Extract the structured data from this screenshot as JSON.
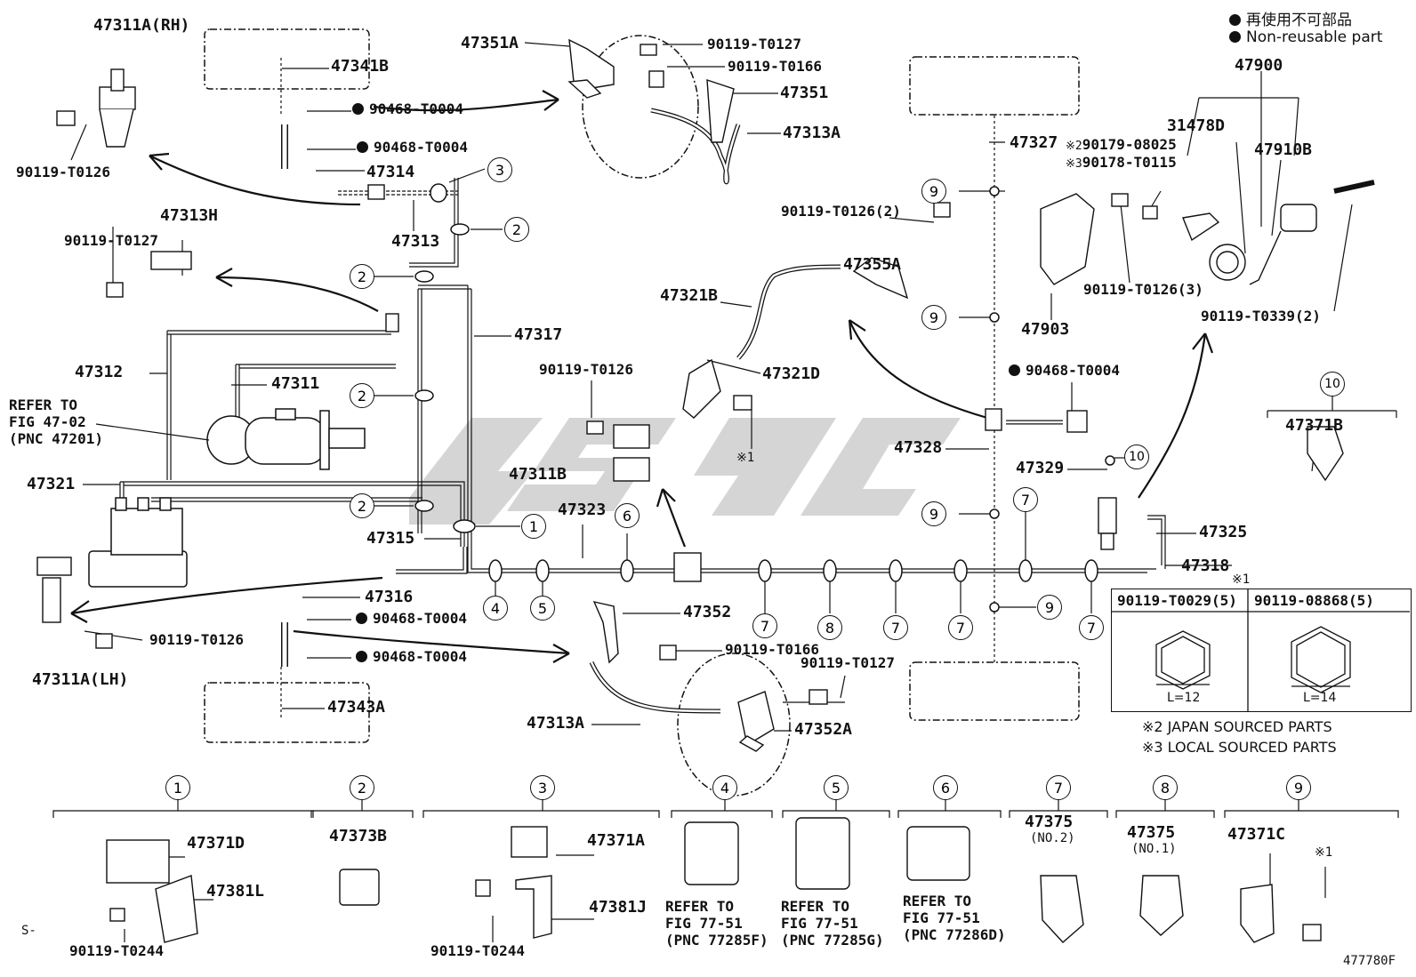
{
  "legend": {
    "line1": "再使用不可部品",
    "line2": "Non-reusable part"
  },
  "labels": {
    "p47311A_RH": "47311A(RH)",
    "p47341B": "47341B",
    "p90119_T0126_a": "90119-T0126",
    "p90468_T0004_a": "90468-T0004",
    "p90468_T0004_b": "90468-T0004",
    "p47314": "47314",
    "p47313": "47313",
    "p47351A": "47351A",
    "p90119_T0127_a": "90119-T0127",
    "p90119_T0166_a": "90119-T0166",
    "p47351": "47351",
    "p47313A_top": "47313A",
    "p47313H": "47313H",
    "p90119_T0127_b": "90119-T0127",
    "p47312": "47312",
    "p47311": "47311",
    "p47317": "47317",
    "p47321": "47321",
    "p47315": "47315",
    "p47316": "47316",
    "p47311A_LH": "47311A(LH)",
    "p90119_T0126_b": "90119-T0126",
    "p90468_T0004_c": "90468-T0004",
    "p90468_T0004_d": "90468-T0004",
    "p47343A": "47343A",
    "p47352": "47352",
    "p90119_T0166_b": "90119-T0166",
    "p90119_T0127_c": "90119-T0127",
    "p47313A_bot": "47313A",
    "p47352A": "47352A",
    "p90119_T0126_c": "90119-T0126",
    "p47311B": "47311B",
    "p47323": "47323",
    "p47321B": "47321B",
    "p47321D": "47321D",
    "p90119_T0126_2": "90119-T0126(2)",
    "p47355A": "47355A",
    "p47327": "47327",
    "p47328": "47328",
    "p90468_T0004_e": "90468-T0004",
    "p47329": "47329",
    "p47325": "47325",
    "p47318": "47318",
    "p47903": "47903",
    "p31478D": "31478D",
    "p47900": "47900",
    "p47910B": "47910B",
    "p90179_08025": "90179-08025",
    "p90178_T0115": "90178-T0115",
    "p90119_T0126_3": "90119-T0126(3)",
    "p90119_T0339_2": "90119-T0339(2)",
    "p47371B": "47371B",
    "p47371D": "47371D",
    "p47381L": "47381L",
    "p90119_T0244_a": "90119-T0244",
    "p47373B": "47373B",
    "p47371A": "47371A",
    "p47381J": "47381J",
    "p90119_T0244_b": "90119-T0244",
    "p47375_no2": "47375",
    "p47375_no2_sub": "(NO.2)",
    "p47375_no1": "47375",
    "p47375_no1_sub": "(NO.1)",
    "p47371C": "47371C",
    "s_prefix": "S-",
    "fig_code": "477780F",
    "mark1": "※1",
    "mark1_b": "※1",
    "mark1_c": "※1",
    "mark2": "※2",
    "mark3": "※3"
  },
  "refs": {
    "master": "REFER TO\nFIG 47-02\n(PNC 47201)",
    "r4": "REFER TO\nFIG 77-51\n(PNC 77285F)",
    "r5": "REFER TO\nFIG 77-51\n(PNC 77285G)",
    "r6": "REFER TO\nFIG 77-51\n(PNC 77286D)"
  },
  "table": {
    "col1_head": "90119-T0029(5)",
    "col2_head": "90119-08868(5)",
    "col1_len": "L=12",
    "col2_len": "L=14"
  },
  "notes": {
    "japan": "※2 JAPAN SOURCED PARTS",
    "local": "※3 LOCAL SOURCED PARTS"
  },
  "callouts": {
    "c1": "1",
    "c2": "2",
    "c3": "3",
    "c4": "4",
    "c5": "5",
    "c6": "6",
    "c7": "7",
    "c8": "8",
    "c9": "9",
    "c10": "10"
  }
}
